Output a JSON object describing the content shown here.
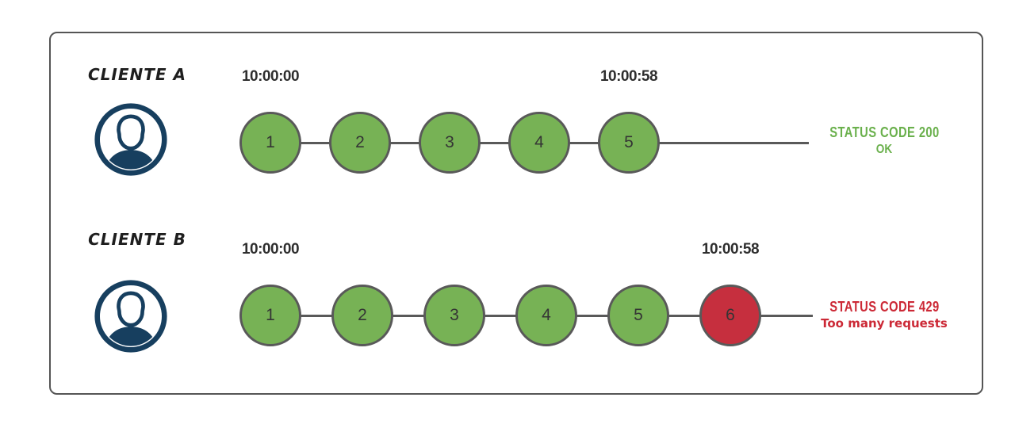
{
  "diagram": {
    "title_semantic": "rate-limiting-clients-timeline",
    "colors": {
      "request_success_fill": "#77b255",
      "request_blocked_fill": "#c62f3e",
      "circle_border": "#595959",
      "timeline_line": "#595959",
      "frame_border": "#555555",
      "status_ok_text": "#6ab04c",
      "status_error_text": "#cc2936",
      "avatar_navy": "#173f5f",
      "timestamp_text": "#2e2e2e"
    },
    "rows": [
      {
        "client_label": "CLIENTE A",
        "avatar_icon": "user-circle-icon",
        "start_time": "10:00:00",
        "end_time": "10:00:58",
        "requests": [
          {
            "label": "1",
            "state": "success"
          },
          {
            "label": "2",
            "state": "success"
          },
          {
            "label": "3",
            "state": "success"
          },
          {
            "label": "4",
            "state": "success"
          },
          {
            "label": "5",
            "state": "success"
          }
        ],
        "status": {
          "code_line": "STATUS CODE 200",
          "message_line": "OK",
          "color": "#6ab04c"
        }
      },
      {
        "client_label": "CLIENTE B",
        "avatar_icon": "user-circle-icon",
        "start_time": "10:00:00",
        "end_time": "10:00:58",
        "requests": [
          {
            "label": "1",
            "state": "success"
          },
          {
            "label": "2",
            "state": "success"
          },
          {
            "label": "3",
            "state": "success"
          },
          {
            "label": "4",
            "state": "success"
          },
          {
            "label": "5",
            "state": "success"
          },
          {
            "label": "6",
            "state": "blocked"
          }
        ],
        "status": {
          "code_line": "STATUS CODE 429",
          "message_line": "Too many requests",
          "color": "#cc2936"
        }
      }
    ]
  }
}
